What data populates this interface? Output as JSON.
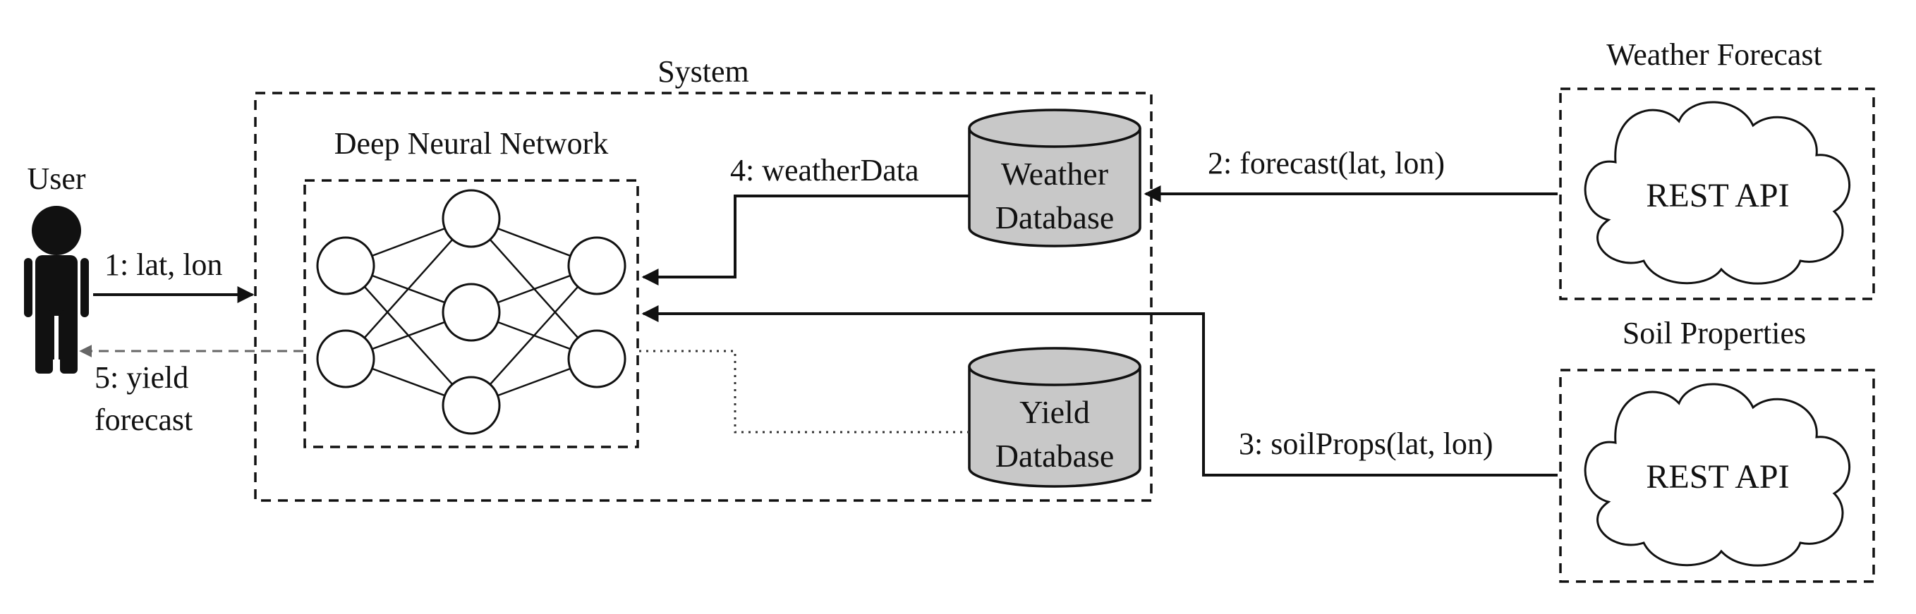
{
  "labels": {
    "system": "System",
    "user": "User",
    "dnn": "Deep Neural Network",
    "weather_forecast": "Weather Forecast",
    "soil_properties": "Soil Properties"
  },
  "databases": {
    "weather": {
      "line1": "Weather",
      "line2": "Database"
    },
    "yield": {
      "line1": "Yield",
      "line2": "Database"
    }
  },
  "apis": {
    "weather": "REST API",
    "soil": "REST API"
  },
  "messages": {
    "m1": "1: lat, lon",
    "m2": "2: forecast(lat, lon)",
    "m3": "3: soilProps(lat, lon)",
    "m4": "4: weatherData",
    "m5_line1": "5: yield",
    "m5_line2": "forecast"
  },
  "colors": {
    "database_fill": "#c8c8c8",
    "stroke": "#111111",
    "return_arrow": "#666666"
  }
}
